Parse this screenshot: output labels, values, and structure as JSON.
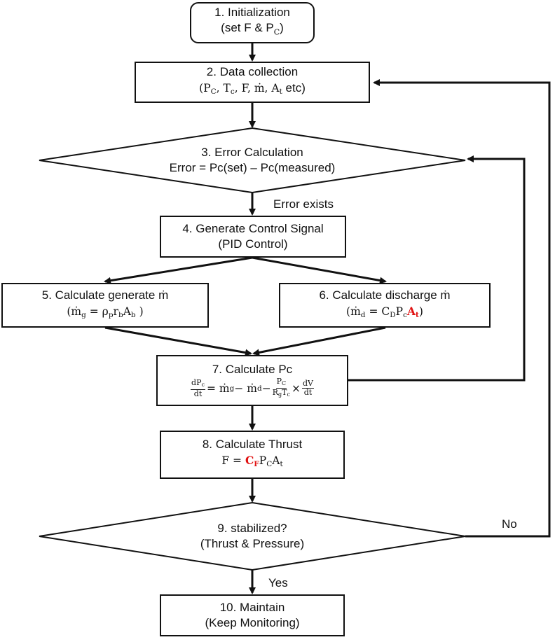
{
  "nodes": {
    "n1": {
      "title": "1. Initialization",
      "sub_pre": "(set F & P",
      "sub_pre_sub": "C",
      "sub_post": ")"
    },
    "n2": {
      "title": "2. Data collection",
      "formula": "(P",
      "f_c1": "C",
      "f_a": ", T",
      "f_c2": "c",
      "f_b": ", F, ṁ, A",
      "f_c3": "t",
      "f_end": " etc)"
    },
    "n3": {
      "title": "3. Error Calculation",
      "line2": "Error = Pc(set) – Pc(measured)"
    },
    "n4": {
      "title": "4. Generate Control Signal",
      "line2": "(PID Control)"
    },
    "n5": {
      "title": "5. Calculate generate ṁ",
      "f_a": "(ṁ",
      "f_s1": "g",
      "f_b": " = ρ",
      "f_s2": "p",
      "f_c": "r",
      "f_s3": "b",
      "f_d": "A",
      "f_s4": "b",
      "f_e": " )"
    },
    "n6": {
      "title": "6. Calculate discharge ṁ",
      "f_a": "(ṁ",
      "f_s1": "d",
      "f_b": " =  C",
      "f_s2": "D",
      "f_c": "P",
      "f_s3": "c",
      "f_red": "A",
      "f_red_sub": "t",
      "f_e": ")"
    },
    "n7": {
      "title": "7. Calculate Pc",
      "lhs_num": "dP",
      "lhs_num_sub": "c",
      "lhs_den": "dt",
      "mid": " = ṁ",
      "mid_s1": "g",
      "mid2": " − ṁ",
      "mid_s2": "d",
      "mid3": " − ",
      "r_num": "P",
      "r_num_sub": "C",
      "r_den_a": "R",
      "r_den_s1": "g",
      "r_den_b": "T",
      "r_den_s2": "c",
      "times": " × ",
      "v_num": "dV",
      "v_den": "dt"
    },
    "n8": {
      "title": "8. Calculate Thrust",
      "f_a": "F = ",
      "f_red": "C",
      "f_red_sub": "F",
      "f_b": "P",
      "f_s1": "C",
      "f_c": "A",
      "f_s2": "t"
    },
    "n9": {
      "title": "9. stabilized?",
      "line2": "(Thrust & Pressure)"
    },
    "n10": {
      "title": "10. Maintain",
      "line2": "(Keep Monitoring)"
    }
  },
  "labels": {
    "error_exists": "Error exists",
    "no": "No",
    "yes": "Yes"
  },
  "colors": {
    "line": "#111111",
    "highlight": "#e01010"
  }
}
